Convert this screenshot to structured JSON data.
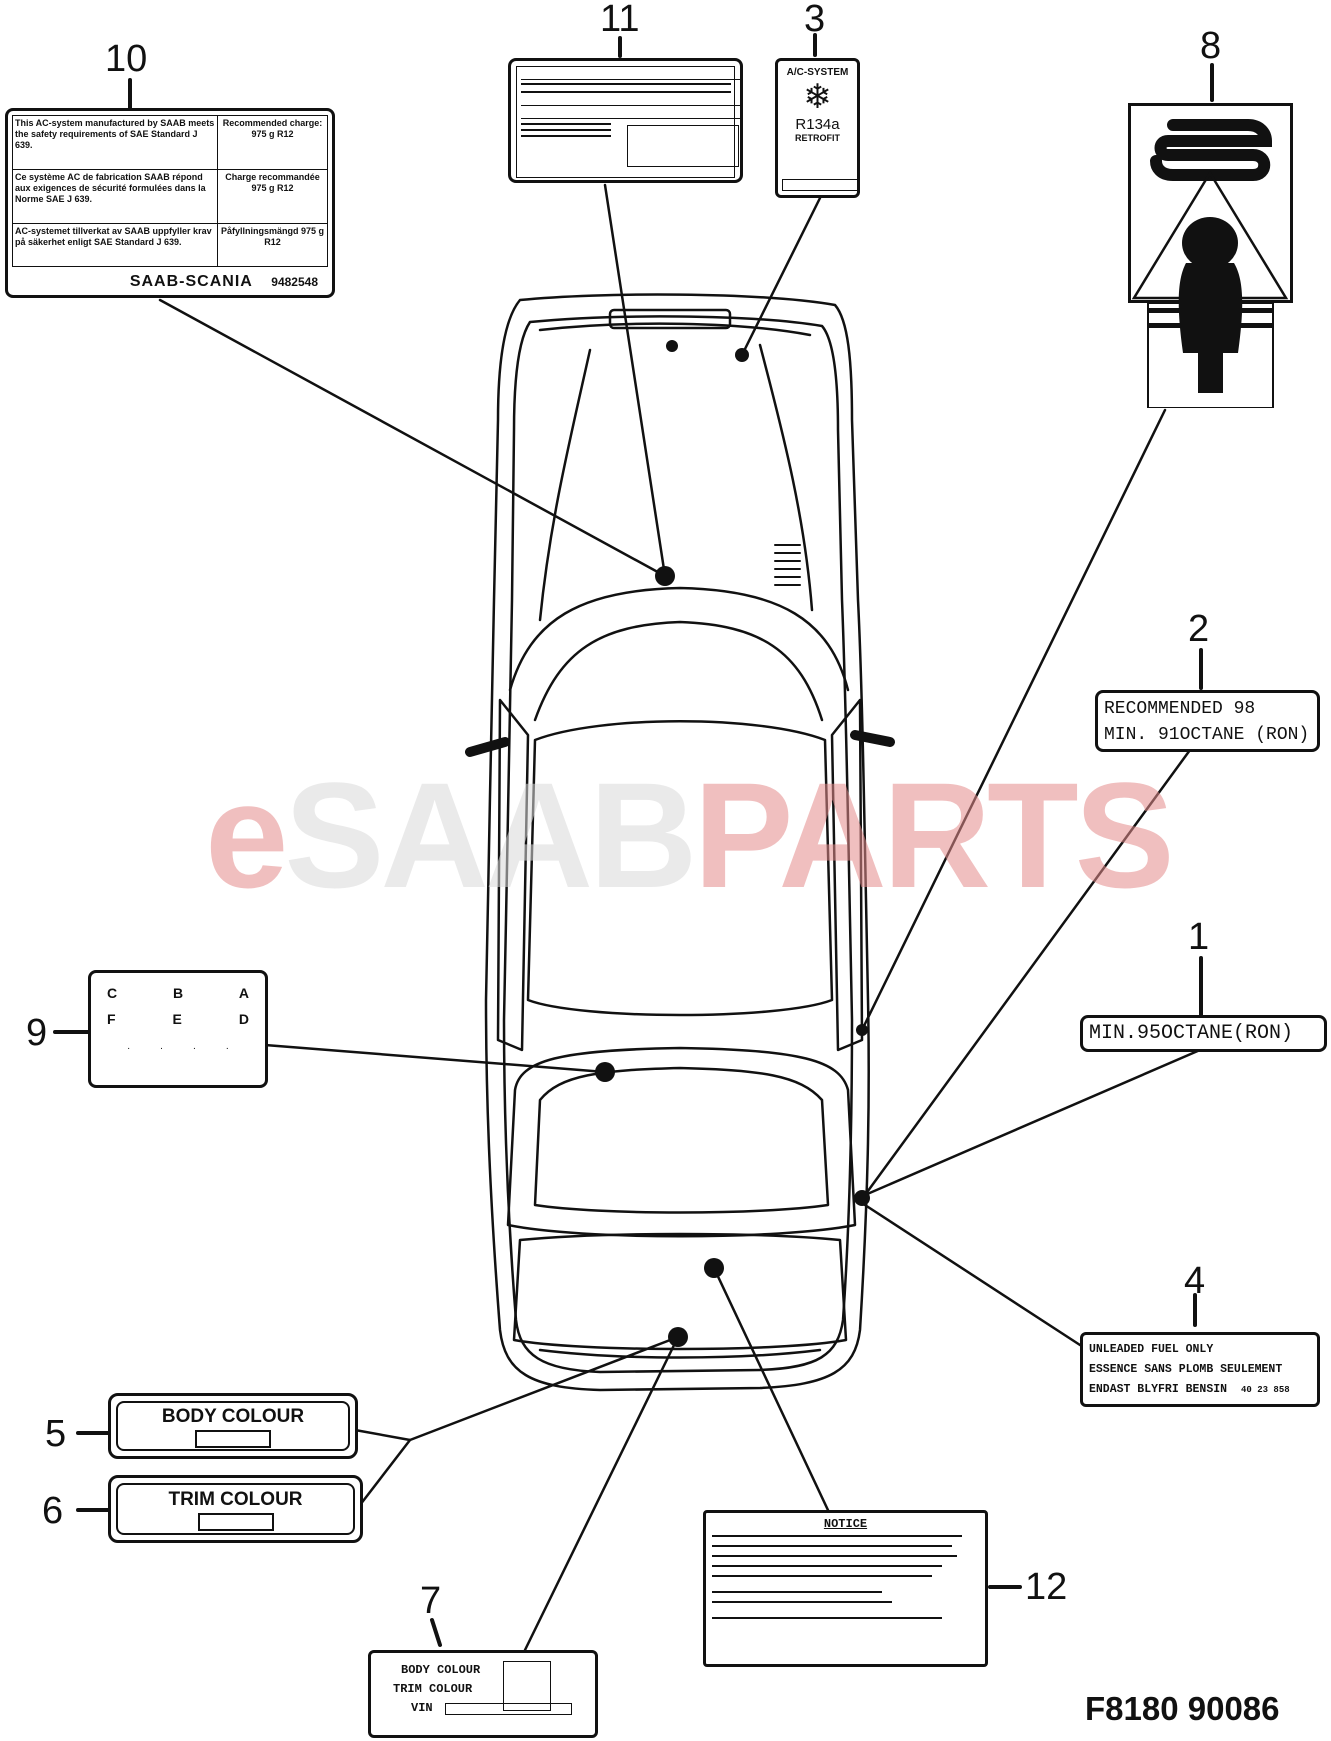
{
  "watermark": {
    "part1": "e",
    "part2": "SAAB",
    "part3": "PARTS"
  },
  "figure_id": "F8180 90086",
  "numbers": [
    "1",
    "2",
    "3",
    "4",
    "5",
    "6",
    "7",
    "8",
    "9",
    "10",
    "11",
    "12"
  ],
  "label1": {
    "text": "MIN.95OCTANE(RON)"
  },
  "label2": {
    "line1": "RECOMMENDED 98",
    "line2": "MIN. 91OCTANE (RON)"
  },
  "label3": {
    "title": "A/C-SYSTEM",
    "code": "R134a",
    "sub": "RETROFIT"
  },
  "label4": {
    "line1": "UNLEADED FUEL ONLY",
    "line2": "ESSENCE SANS PLOMB SEULEMENT",
    "line3": "ENDAST BLYFRI BENSIN",
    "code": "40 23 858"
  },
  "label5": {
    "text": "BODY COLOUR"
  },
  "label6": {
    "text": "TRIM COLOUR"
  },
  "label7": {
    "line1": "BODY COLOUR",
    "line2": "TRIM COLOUR",
    "line3": "VIN"
  },
  "label9": {
    "row1": [
      "C",
      "B",
      "A"
    ],
    "row2": [
      "F",
      "E",
      "D"
    ]
  },
  "label10": {
    "rows": [
      {
        "left": "This AC-system manufactured by SAAB meets the safety requirements of SAE Standard J 639.",
        "right": "Recommended charge: 975 g R12"
      },
      {
        "left": "Ce système AC de fabrication SAAB répond aux exigences de sécurité formulées dans la Norme SAE J 639.",
        "right": "Charge recommandée 975 g R12"
      },
      {
        "left": "AC-systemet tillverkat av SAAB uppfyller krav på säkerhet enligt SAE Standard J 639.",
        "right": "Påfyllningsmängd 975 g R12"
      }
    ],
    "brand": "SAAB-SCANIA",
    "code": "9482548"
  },
  "label12": {
    "title": "NOTICE"
  }
}
